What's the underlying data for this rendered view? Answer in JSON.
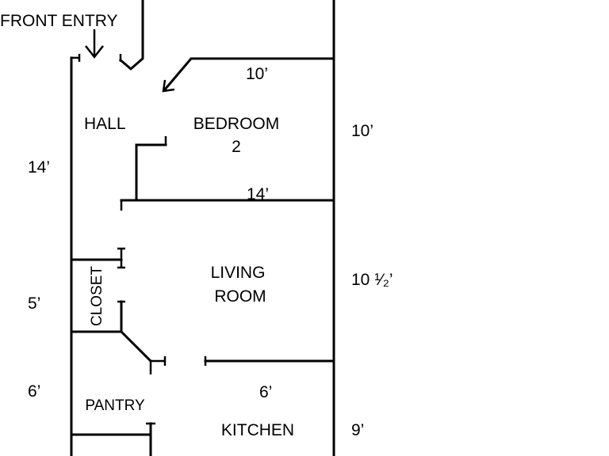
{
  "labels": {
    "front_entry": "FRONT ENTRY",
    "hall": "HALL",
    "bedroom_line1": "BEDROOM",
    "bedroom_line2": "2",
    "living_line1": "LIVING",
    "living_line2": "ROOM",
    "closet": "CLOSET",
    "pantry": "PANTRY",
    "kitchen": "KITCHEN"
  },
  "dimensions": {
    "hall_length": "14’",
    "closet_length": "5’",
    "pantry_length": "6’",
    "bedroom_width": "10’",
    "bedroom_length": "10’",
    "bedroom_bottom": "14’",
    "living_length": "10 ¹⁄₂’",
    "kitchen_width": "6’",
    "kitchen_length": "9’"
  }
}
